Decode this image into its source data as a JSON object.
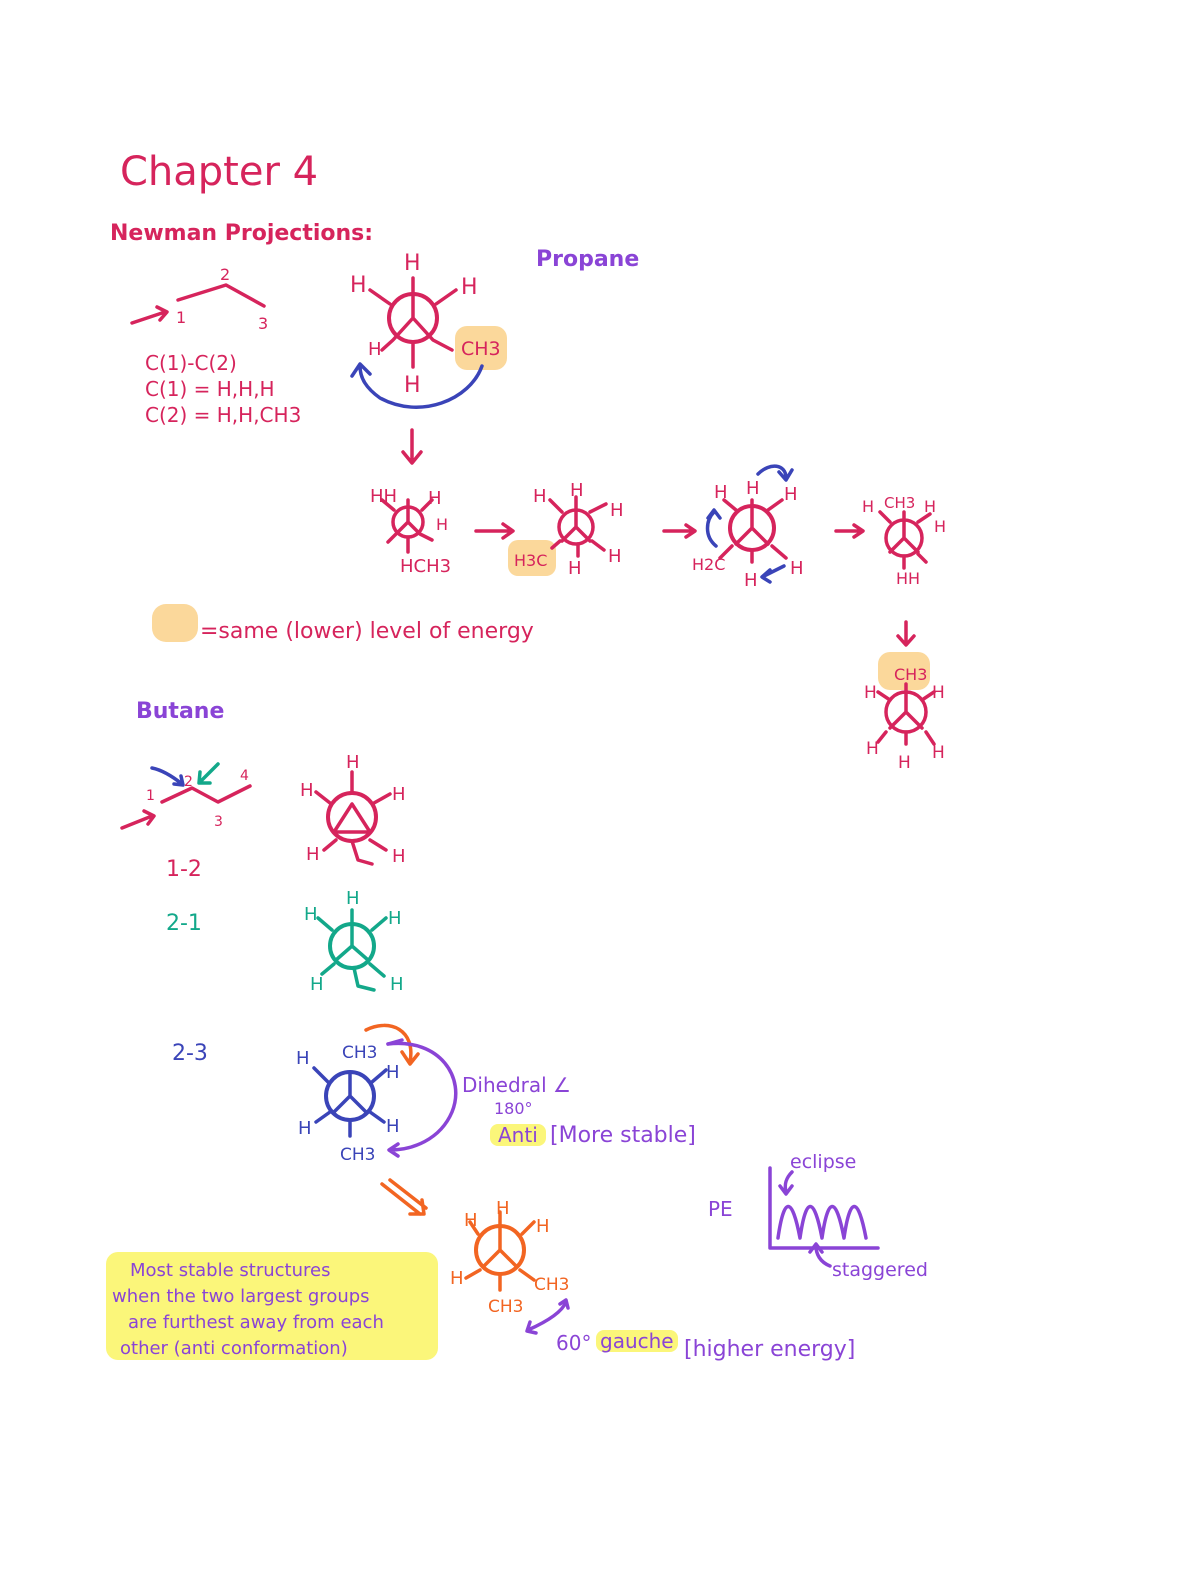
{
  "title": "Chapter 4",
  "heading": "Newman Projections:",
  "propane": {
    "label": "Propane",
    "chain_labels": [
      "2",
      "1",
      "3"
    ],
    "bond_lines": [
      "C(1)-C(2)",
      "C(1) = H,H,H",
      "C(2) = H,H,CH3"
    ],
    "h": "H",
    "ch3": "CH3",
    "h3c": "H3C",
    "h2c": "H2C",
    "hch3": "HCH3",
    "hh": "HH"
  },
  "legend": {
    "text": "=same (lower) level of energy"
  },
  "butane": {
    "label": "Butane",
    "chain_labels": [
      "1",
      "2",
      "3",
      "4"
    ],
    "views": [
      "1-2",
      "2-1",
      "2-3"
    ],
    "h": "H",
    "ch3": "CH3",
    "dihedral": "Dihedral ∠",
    "angle180": "180°",
    "anti": "Anti",
    "more_stable": "[More stable]",
    "angle60": "60°",
    "gauche": "gauche",
    "higher_energy": "[higher energy]",
    "note_lines": [
      "Most stable structures",
      "when the two largest groups",
      "are furthest away from each",
      "other (anti conformation)"
    ]
  },
  "energy_plot": {
    "ylabel": "PE",
    "eclipse": "eclipse",
    "staggered": "staggered"
  },
  "colors": {
    "pink": "#d6245c",
    "purple": "#8a44d6",
    "teal": "#13a88a",
    "navy": "#3a44b8",
    "orange": "#f26522",
    "highlight_orange": "#fbd89b",
    "highlight_yellow": "#fbf67a"
  }
}
